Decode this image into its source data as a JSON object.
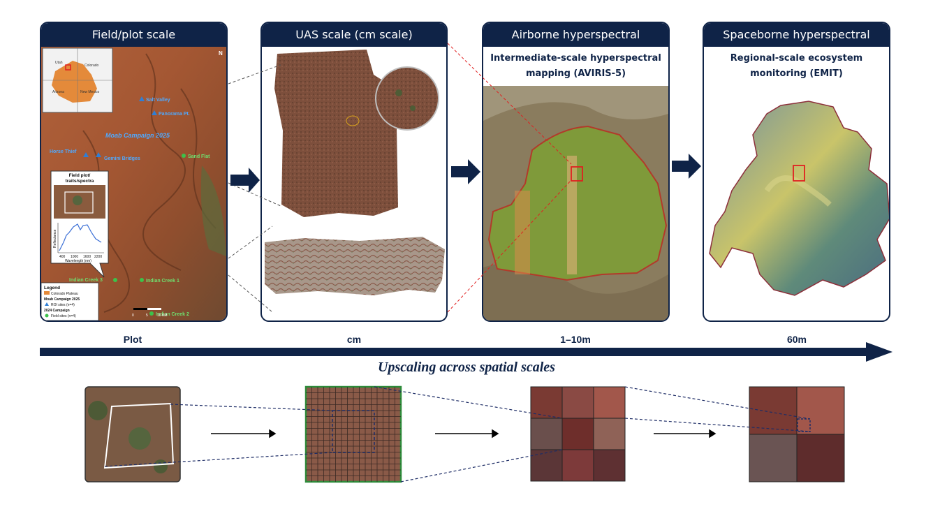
{
  "panels": [
    {
      "title": "Field/plot scale"
    },
    {
      "title": "UAS scale (cm scale)"
    },
    {
      "title": "Airborne hyperspectral",
      "subtitle_line1": "Intermediate-scale hyperspectral",
      "subtitle_line2": "mapping (AVIRIS-5)"
    },
    {
      "title": "Spaceborne hyperspectral",
      "subtitle_line1": "Regional-scale ecosystem",
      "subtitle_line2": "monitoring (EMIT)"
    }
  ],
  "map": {
    "inset_states": [
      "Utah",
      "Colorado",
      "Arizona",
      "New Mexico"
    ],
    "north": "N",
    "campaign_label": "Moab Campaign 2025",
    "sites_roi": [
      "Salt Valley",
      "Panorama Pt.",
      "Horse Thief",
      "Gemini Bridges"
    ],
    "sites_field": [
      "Sand Flat",
      "Indian Creek 3",
      "Indian Creek 1",
      "Indian Creek 2"
    ],
    "inset_plot_title": "Field plot/ traits/spectra",
    "spectra_ylabel": "Reflectance",
    "spectra_xticks": [
      "400",
      "1000",
      "1600",
      "2200"
    ],
    "spectra_xlabel": "Wavelength (nm)",
    "legend_title": "Legend",
    "legend_colorado": "Colorado Plateau",
    "legend_moab": "Moab Campaign 2025",
    "legend_roi": "ROI sites (n=4)",
    "legend_2024": "2024 Campaign",
    "legend_field": "Field sites (n=4)",
    "scalebar": [
      "0",
      "5",
      "10 KM"
    ]
  },
  "scale_labels": [
    "Plot",
    "cm",
    "1–10m",
    "60m"
  ],
  "axis_caption": "Upscaling across spatial scales",
  "colors": {
    "navy": "#0f2347",
    "red": "#e02020",
    "green": "#2e8b3a"
  }
}
